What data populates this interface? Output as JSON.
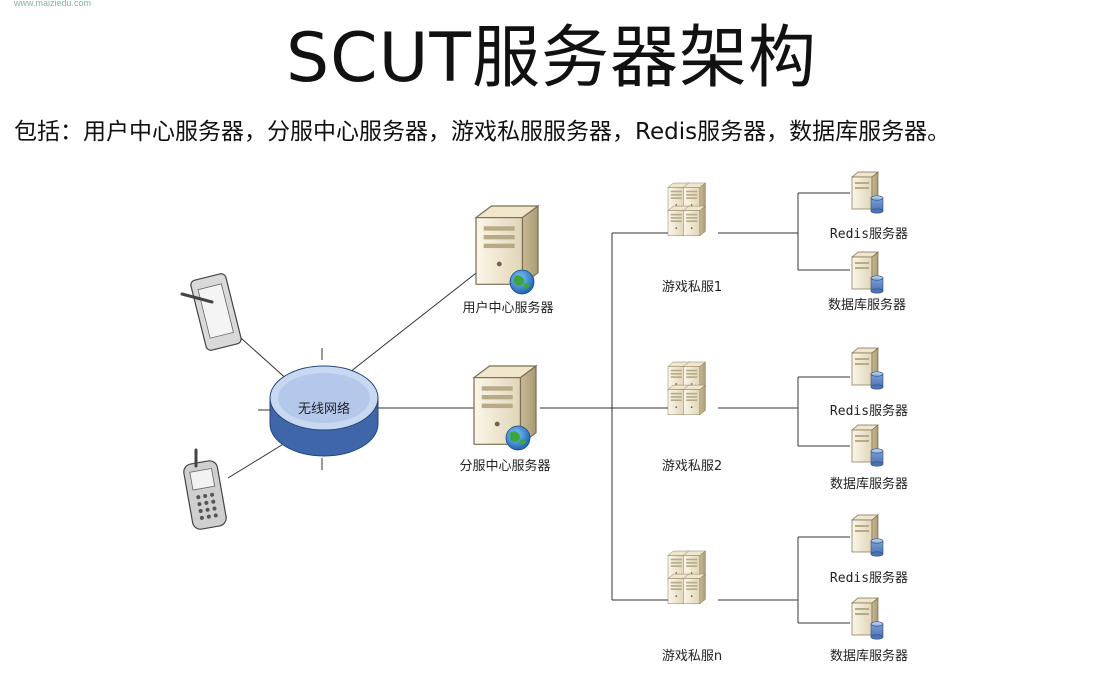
{
  "watermark": "www.maiziedu.com",
  "title": "SCUT服务器架构",
  "subtitle": "包括：用户中心服务器，分服中心服务器，游戏私服服务器，Redis服务器，数据库服务器。",
  "nodes": {
    "network": "无线网络",
    "user_center": "用户中心服务器",
    "shard_center": "分服中心服务器",
    "game_servers": [
      "游戏私服1",
      "游戏私服2",
      "游戏私服n"
    ],
    "redis": "Redis服务器",
    "database": "数据库服务器"
  }
}
